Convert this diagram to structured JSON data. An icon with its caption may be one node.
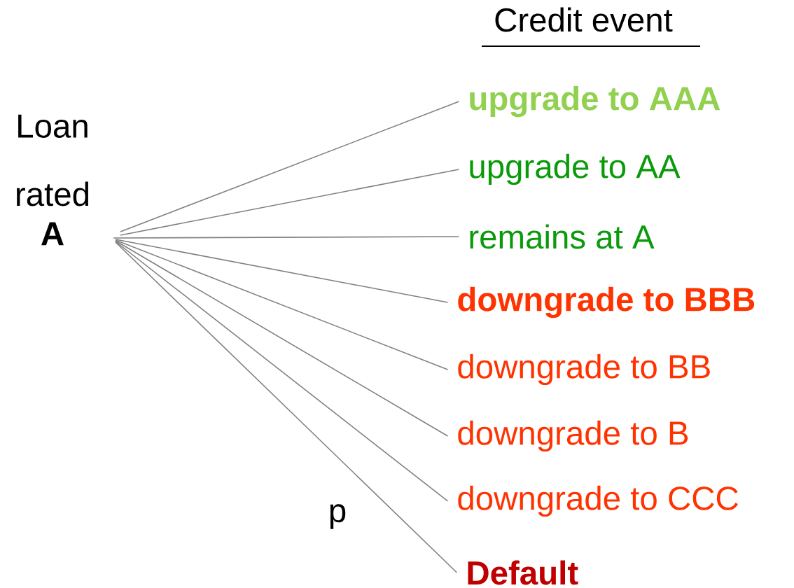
{
  "diagram": {
    "nodes": [
      {
        "text": [
          "Loan rated",
          "A"
        ]
      },
      {
        "text": [
          "upgrade to AAA"
        ]
      },
      {
        "text": [
          "upgrade to AA"
        ]
      },
      {
        "text": [
          "remains at A"
        ]
      },
      {
        "text": [
          "downgrade to BBB"
        ]
      },
      {
        "text": [
          "downgrade to BB"
        ]
      },
      {
        "text": [
          "downgrade to B"
        ]
      },
      {
        "text": [
          "downgrade to CCC"
        ]
      },
      {
        "text": [
          "Default"
        ]
      }
    ],
    "edges": [
      {
        "from": 0,
        "to": 1,
        "arrow": "none"
      },
      {
        "from": 0,
        "to": 2,
        "arrow": "none"
      },
      {
        "from": 0,
        "to": 3,
        "arrow": "none"
      },
      {
        "from": 0,
        "to": 4,
        "arrow": "none"
      },
      {
        "from": 0,
        "to": 5,
        "arrow": "none"
      },
      {
        "from": 0,
        "to": 6,
        "arrow": "none"
      },
      {
        "from": 0,
        "to": 7,
        "arrow": "none"
      },
      {
        "from": 0,
        "to": 8,
        "arrow": "none"
      }
    ],
    "labels": [
      "Credit event",
      "p"
    ]
  }
}
